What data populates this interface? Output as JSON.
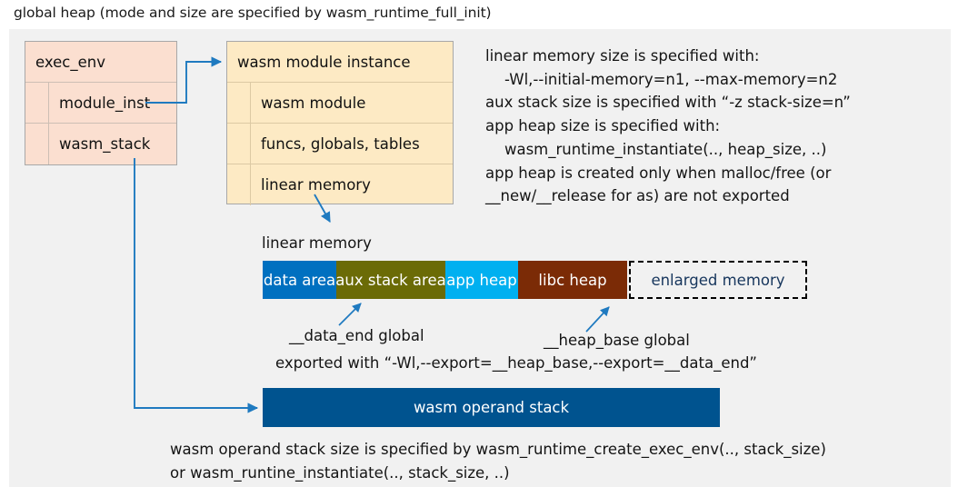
{
  "title": "global heap (mode and size are specified by wasm_runtime_full_init)",
  "colors": {
    "canvas_bg": "#f1f1f1",
    "exec_env_fill": "#fbdfd0",
    "module_inst_fill": "#fdeac4",
    "data_area": "#0070c0",
    "aux_stack_area": "#6b6b06",
    "app_heap": "#00b0f0",
    "libc_heap": "#7b2b06",
    "enlarged_memory_text": "#17365d",
    "operand_stack": "#00538f",
    "arrow": "#1f7ac0"
  },
  "exec_env_box": {
    "name": "exec_env",
    "rows": [
      {
        "label": "exec_env",
        "indent": false
      },
      {
        "label": "module_inst",
        "indent": true
      },
      {
        "label": "wasm_stack",
        "indent": true
      }
    ]
  },
  "module_inst_box": {
    "name": "wasm module instance",
    "rows": [
      {
        "label": "wasm module instance",
        "indent": false
      },
      {
        "label": "wasm module",
        "indent": true
      },
      {
        "label": "funcs, globals, tables",
        "indent": true
      },
      {
        "label": "linear memory",
        "indent": true
      }
    ]
  },
  "notes": {
    "right_block": "linear memory size is specified with:\n    -Wl,--initial-memory=n1, --max-memory=n2\naux stack size is specified with “-z stack-size=n”\napp heap size is specified with:\n    wasm_runtime_instantiate(.., heap_size, ..)\napp heap is created only when malloc/free (or\n__new/__release for as) are not exported",
    "bottom_block": "wasm operand stack size is specified by wasm_runtime_create_exec_env(.., stack_size)\nor wasm_runtine_instantiate(.., stack_size, ..)"
  },
  "linear_memory": {
    "label": "linear memory",
    "segments": [
      {
        "label": "data area",
        "color": "#0070c0",
        "width": 81
      },
      {
        "label": "aux stack area",
        "color": "#6b6b06",
        "width": 120
      },
      {
        "label": "app heap",
        "color": "#00b0f0",
        "width": 80
      },
      {
        "label": "libc heap",
        "color": "#7b2b06",
        "width": 120
      },
      {
        "label": "enlarged memory",
        "color": "#f1f1f1",
        "width": 196
      }
    ],
    "annotations": {
      "data_end": "__data_end global",
      "heap_base": "__heap_base global",
      "export": "exported with “-Wl,--export=__heap_base,--export=__data_end”"
    }
  },
  "operand_stack": {
    "label": "wasm operand stack"
  }
}
